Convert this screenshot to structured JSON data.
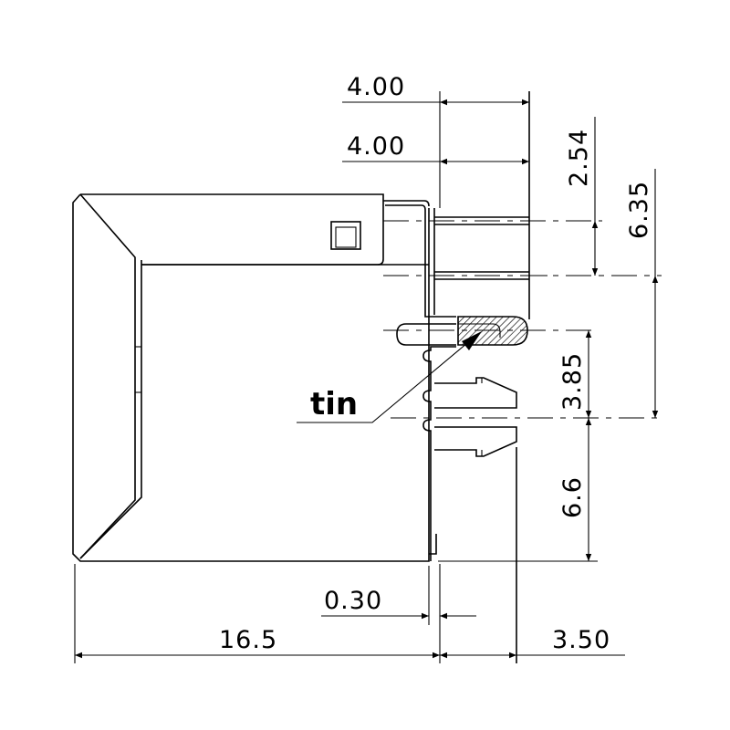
{
  "drawing": {
    "callout": "tin",
    "dimensions": {
      "top_width_1": "4.00",
      "top_width_2": "4.00",
      "pitch_a": "2.54",
      "pitch_b": "6.35",
      "pin_offset": "3.85",
      "bottom_height": "6.6",
      "gap": "0.30",
      "body_length": "16.5",
      "tail_length": "3.50"
    }
  }
}
